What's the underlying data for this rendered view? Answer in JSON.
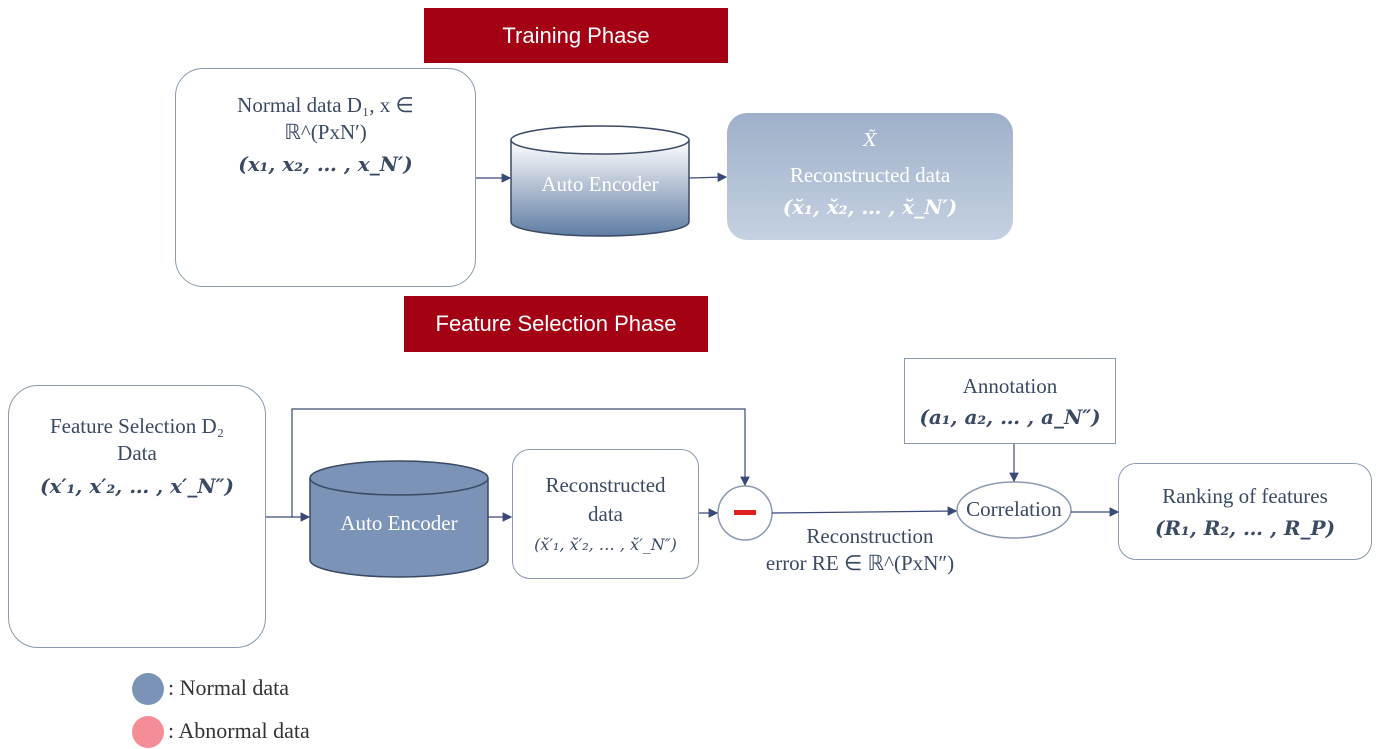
{
  "banners": {
    "training": "Training Phase",
    "feature_selection": "Feature Selection Phase"
  },
  "training": {
    "input_line1": "Normal data D₁, x ∈",
    "input_line2": "ℝ^(PxN′)",
    "input_tuple": "(x₁, x₂, … , x_N′)",
    "encoder": "Auto Encoder",
    "output_symbol": "X̃",
    "output_label": "Reconstructed data",
    "output_tuple": "(x̆₁, x̆₂, … , x̆_N′)"
  },
  "feature": {
    "input_line1": "Feature Selection D₂",
    "input_line2": "Data",
    "input_tuple": "(x′₁, x′₂, … , x′_N″)",
    "encoder": "Auto Encoder",
    "recon_line1": "Reconstructed",
    "recon_line2": "data",
    "recon_tuple": "(x̆′₁, x̆′₂, … , x̆′_N″)",
    "minus": "–",
    "error_line1": "Reconstruction",
    "error_line2": "error RE ∈ ℝ^(PxN″)",
    "annotation_label": "Annotation",
    "annotation_tuple": "(a₁, a₂, … , a_N″)",
    "correlation": "Correlation",
    "ranking_label": "Ranking of features",
    "ranking_tuple": "(R₁,  R₂, … , R_P)"
  },
  "legend": {
    "normal": ": Normal data",
    "abnormal": ": Abnormal data"
  },
  "colors": {
    "banner": "#a50115",
    "normal_dot": "#7a93b6",
    "abnormal_dot": "#f58d97",
    "arrow": "#3a4a78"
  }
}
